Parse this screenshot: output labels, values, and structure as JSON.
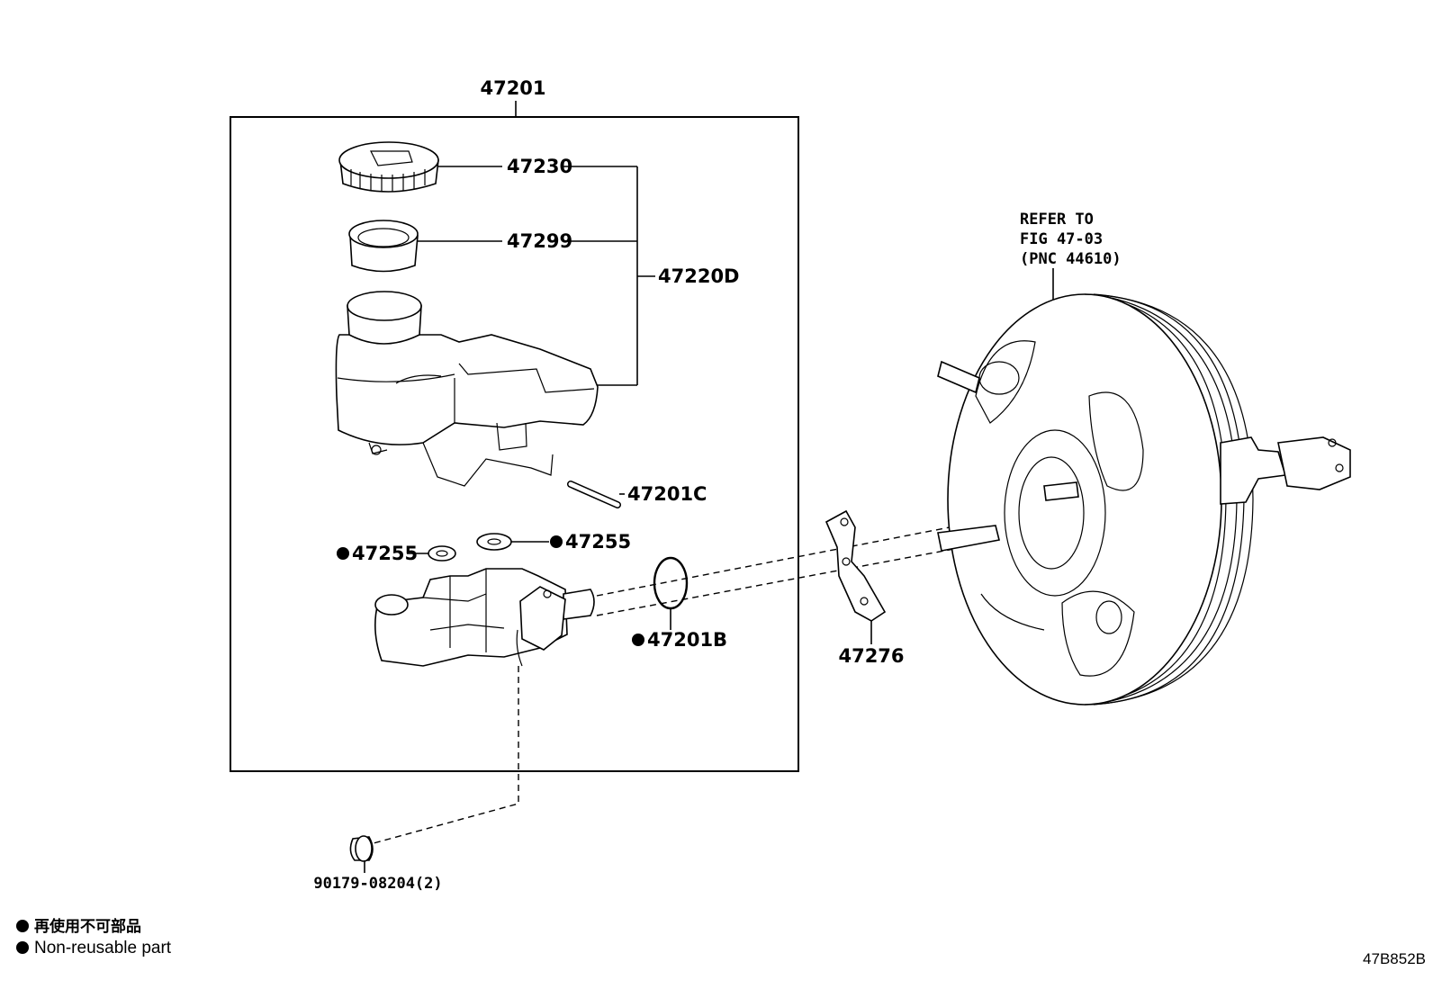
{
  "assembly_label": "47201",
  "parts": {
    "cap": "47230",
    "strainer": "47299",
    "reservoir_set": "47220D",
    "pin": "47201C",
    "grommet_left": "47255",
    "grommet_right": "47255",
    "oring": "47201B",
    "gasket": "47276",
    "plug": "90179-08204(2)"
  },
  "booster_reference": {
    "line1": "REFER TO",
    "line2": "FIG 47-03",
    "line3": "(PNC 44610)"
  },
  "legend": {
    "japanese": "再使用不可部品",
    "english": "Non-reusable part"
  },
  "figure_code": "47B852B"
}
